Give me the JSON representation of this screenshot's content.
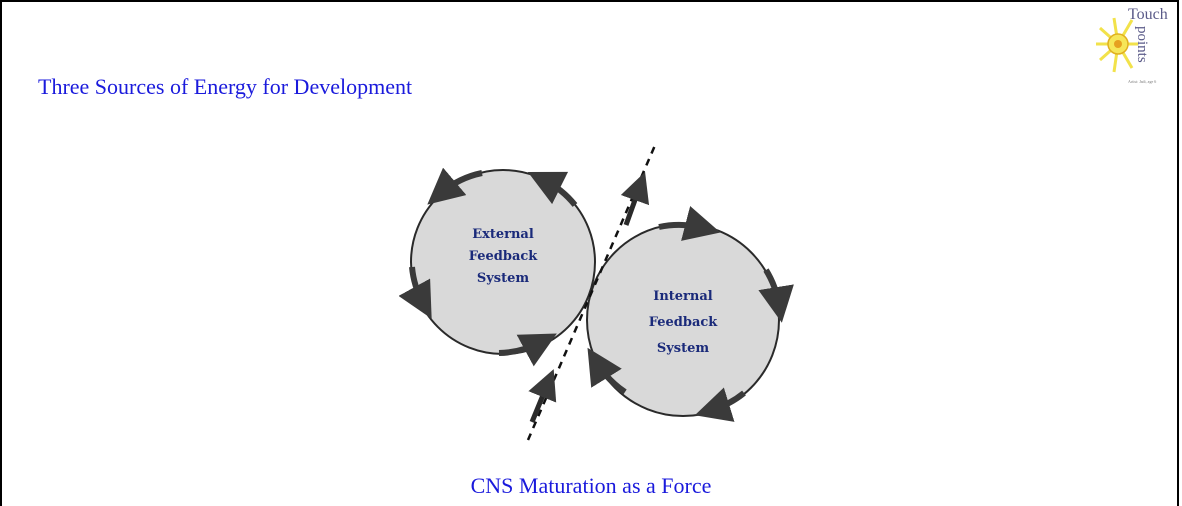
{
  "slide": {
    "title": "Three Sources of Energy for Development",
    "caption": "CNS Maturation as a Force"
  },
  "logo": {
    "line1": "Touch",
    "line2": "points",
    "tagline": "Artist: Jadi, age 6"
  },
  "diagram": {
    "external_system": [
      "External",
      "Feedback",
      "System"
    ],
    "internal_system": [
      "Internal",
      "Feedback",
      "System"
    ]
  }
}
